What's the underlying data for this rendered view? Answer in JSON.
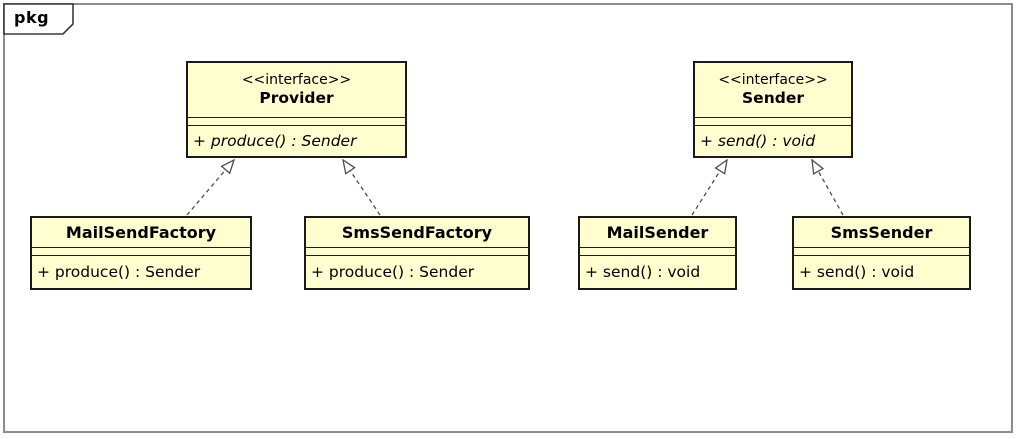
{
  "package": {
    "tab_label": "pkg"
  },
  "colors": {
    "box_fill": "#FEFECE",
    "box_border": "#1A1A1A",
    "frame_border": "#8C8C8C",
    "connector": "#4D4D4D"
  },
  "interfaces": [
    {
      "stereotype": "<<interface>>",
      "name": "Provider",
      "operation": "+ produce() : Sender"
    },
    {
      "stereotype": "<<interface>>",
      "name": "Sender",
      "operation": "+ send() : void"
    }
  ],
  "classes": [
    {
      "name": "MailSendFactory",
      "operation": "+ produce() : Sender",
      "implements": "Provider"
    },
    {
      "name": "SmsSendFactory",
      "operation": "+ produce() : Sender",
      "implements": "Provider"
    },
    {
      "name": "MailSender",
      "operation": "+ send() : void",
      "implements": "Sender"
    },
    {
      "name": "SmsSender",
      "operation": "+ send() : void",
      "implements": "Sender"
    }
  ],
  "relationships": [
    {
      "from": "MailSendFactory",
      "to": "Provider",
      "type": "realization",
      "line_style": "dashed",
      "arrowhead": "hollow-triangle"
    },
    {
      "from": "SmsSendFactory",
      "to": "Provider",
      "type": "realization",
      "line_style": "dashed",
      "arrowhead": "hollow-triangle"
    },
    {
      "from": "MailSender",
      "to": "Sender",
      "type": "realization",
      "line_style": "dashed",
      "arrowhead": "hollow-triangle"
    },
    {
      "from": "SmsSender",
      "to": "Sender",
      "type": "realization",
      "line_style": "dashed",
      "arrowhead": "hollow-triangle"
    }
  ]
}
